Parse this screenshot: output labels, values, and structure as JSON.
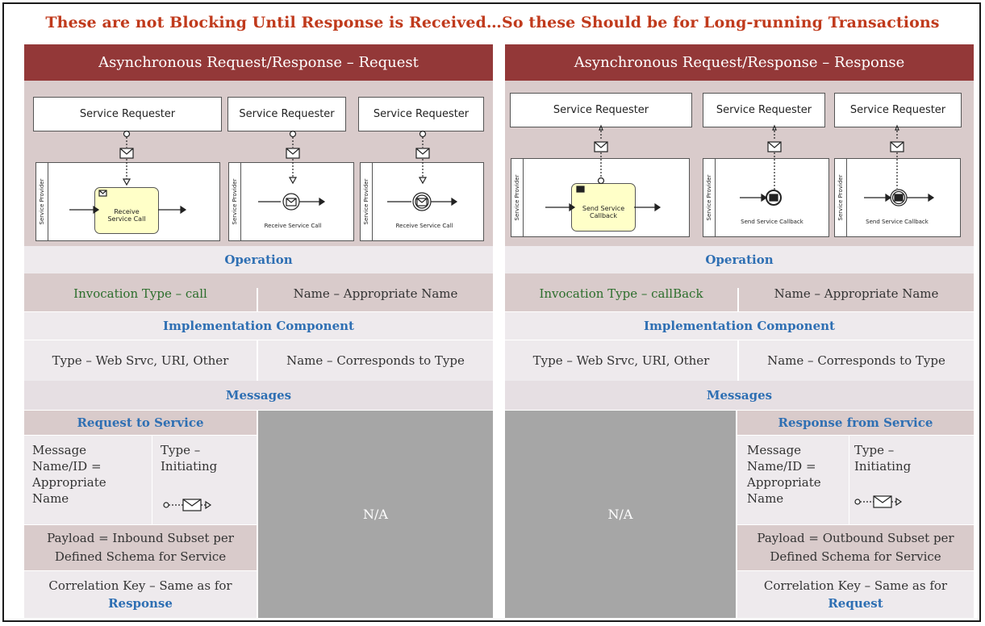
{
  "banner": "These are not Blocking Until Response is Received…So these Should be for Long-running Transactions",
  "left": {
    "header": "Asynchronous Request/Response – Request",
    "diagram": {
      "requester1": "Service Requester",
      "requester2": "Service Requester",
      "requester3": "Service Requester",
      "lane": "Service Provider",
      "task": "Receive Service Call",
      "event2": "Receive Service Call",
      "event3": "Receive Service Call"
    },
    "operation_title": "Operation",
    "invocation": "Invocation Type – call",
    "op_name": "Name – Appropriate Name",
    "impl_title": "Implementation Component",
    "impl_type": "Type – Web Srvc, URI, Other",
    "impl_name": "Name – Corresponds to Type",
    "messages_title": "Messages",
    "msg_title": "Request to Service",
    "msg_name": "Message Name/ID = Appropriate Name",
    "msg_type": "Type – Initiating",
    "payload": "Payload = Inbound Subset per Defined Schema for Service",
    "correlation": "Correlation Key – Same as for",
    "correlation_ref": "Response",
    "na": "N/A"
  },
  "right": {
    "header": "Asynchronous Request/Response – Response",
    "diagram": {
      "requester1": "Service Requester",
      "requester2": "Service Requester",
      "requester3": "Service Requester",
      "lane": "Service Provider",
      "task": "Send Service Callback",
      "event2": "Send Service Callback",
      "event3": "Send Service Callback"
    },
    "operation_title": "Operation",
    "invocation": "Invocation Type – callBack",
    "op_name": "Name – Appropriate Name",
    "impl_title": "Implementation Component",
    "impl_type": "Type – Web Srvc, URI, Other",
    "impl_name": "Name – Corresponds to Type",
    "messages_title": "Messages",
    "msg_title": "Response from Service",
    "msg_name": "Message Name/ID = Appropriate Name",
    "msg_type": "Type – Initiating",
    "payload": "Payload = Outbound Subset per Defined Schema for Service",
    "correlation": "Correlation Key – Same as for",
    "correlation_ref": "Request",
    "na": "N/A"
  },
  "colors": {
    "banner": "#c03a1c",
    "header": "#933838",
    "dark_band": "#d9cbcb",
    "light_band": "#eeeaed",
    "accent_blue": "#2e6fb3",
    "accent_green": "#2c6e2c",
    "na_fill": "#a6a6a6",
    "task_fill": "#ffffc8"
  }
}
